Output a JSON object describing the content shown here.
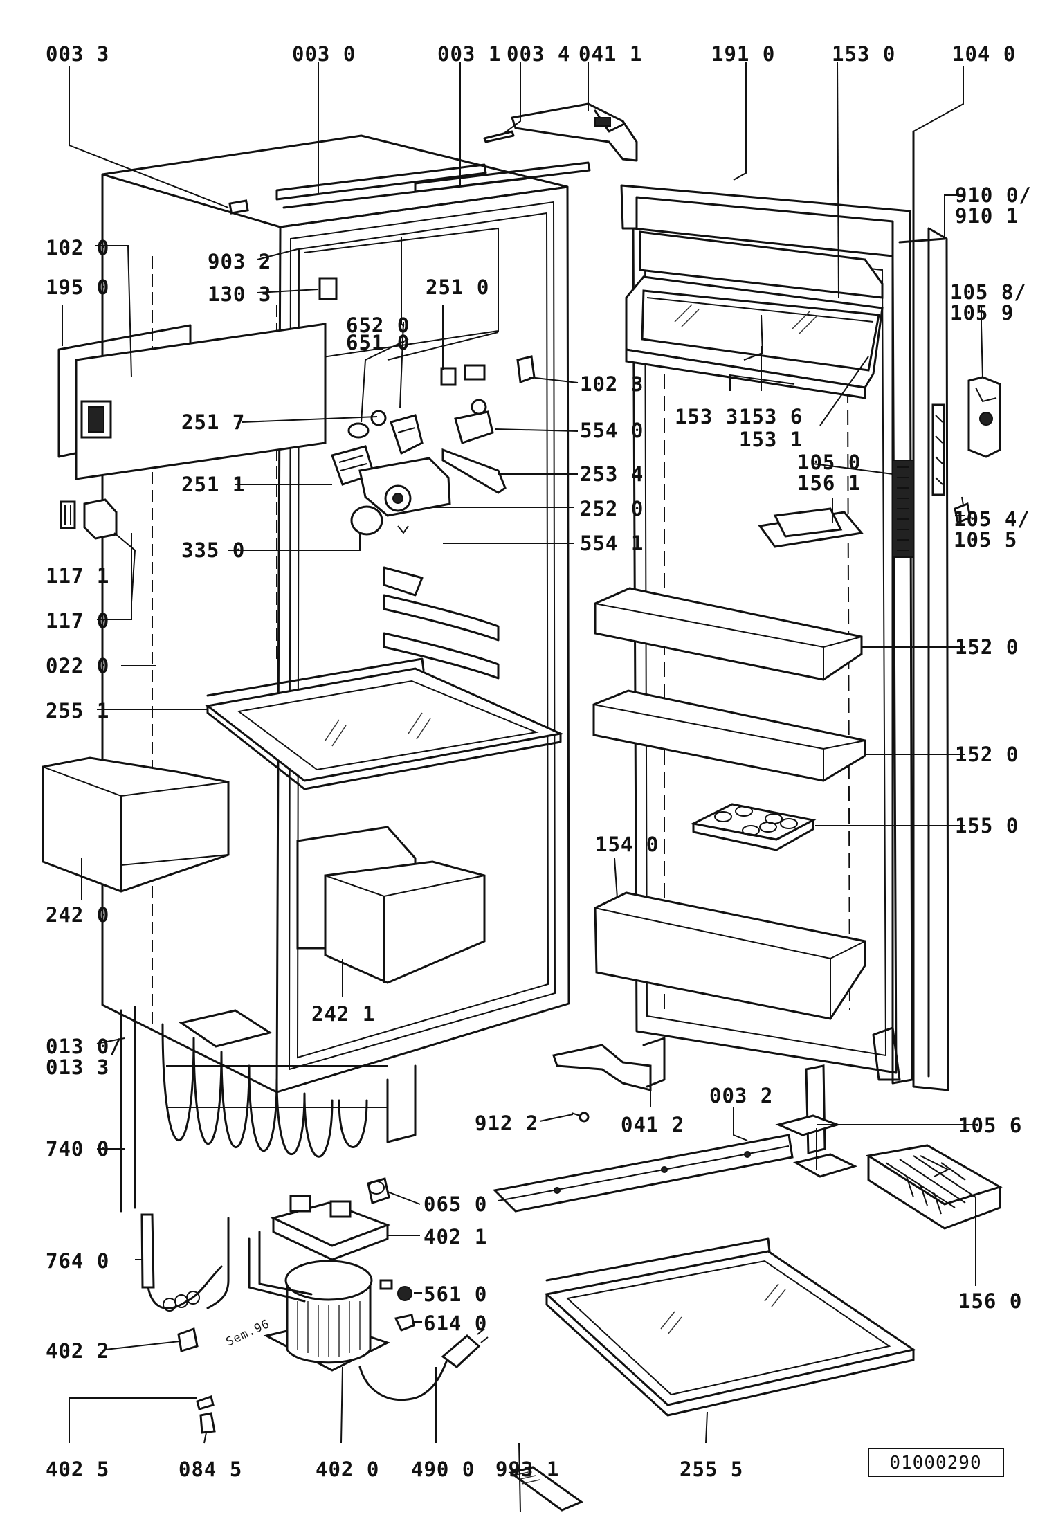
{
  "diagram": {
    "reference_number": "01000290",
    "date_note": "Sem.96",
    "part_labels": {
      "p0033": "003 3",
      "p0030": "003 0",
      "p0031": "003 1",
      "p0034": "003 4",
      "p0411": "041 1",
      "p1910": "191 0",
      "p1530": "153 0",
      "p1040": "104 0",
      "p9100": "910 0/",
      "p9101": "910 1",
      "p1020": "102 0",
      "p9032": "903 2",
      "p1950": "195 0",
      "p1303": "130 3",
      "p2510": "251 0",
      "p6520": "652 0",
      "p6510": "651 0",
      "p1058": "105 8/",
      "p1059": "105 9",
      "p1023": "102 3",
      "p2517": "251 7",
      "p1533": "153 3",
      "p1536": "153 6",
      "p1531": "153 1",
      "p5540": "554 0",
      "p1050": "105 0",
      "p1561": "156 1",
      "p2534": "253 4",
      "p2511": "251 1",
      "p2520": "252 0",
      "p1054": "105 4/",
      "p1055": "105 5",
      "p1171": "117 1",
      "p3350": "335 0",
      "p5541": "554 1",
      "p1170": "117 0",
      "p0220": "022 0",
      "p1520a": "152 0",
      "p2551": "255 1",
      "p1520b": "152 0",
      "p1550": "155 0",
      "p1540": "154 0",
      "p2420": "242 0",
      "p2421": "242 1",
      "p0130": "013 0/",
      "p0133": "013 3",
      "p0032": "003 2",
      "p9122": "912 2",
      "p0412": "041 2",
      "p1056": "105 6",
      "p7400": "740 0",
      "p0650": "065 0",
      "p4021": "402 1",
      "p7640": "764 0",
      "p5610": "561 0",
      "p6140": "614 0",
      "p1560": "156 0",
      "p4022": "402 2",
      "p4025": "402 5",
      "p0845": "084 5",
      "p4020": "402 0",
      "p4900": "490 0",
      "p9931": "993 1",
      "p2555": "255 5"
    }
  }
}
